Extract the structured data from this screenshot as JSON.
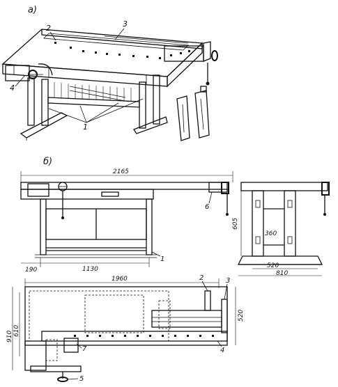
{
  "figure_a": {
    "label": "а)",
    "callouts": {
      "c1": "1",
      "c2": "2",
      "c3": "3",
      "c4": "4"
    }
  },
  "figure_b": {
    "label": "б)",
    "front_view": {
      "overall_length": "2165",
      "left_offset": "190",
      "leg_span": "1130",
      "callout_vise": "6",
      "callout_leg": "1"
    },
    "side_view": {
      "height": "605",
      "inner_width": "360",
      "base_inner": "520",
      "base_outer": "810"
    },
    "plan_view": {
      "top_length": "1960",
      "depth": "520",
      "width_outer": "910",
      "width_inner": "610",
      "callout_2": "2",
      "callout_3": "3",
      "callout_4": "4",
      "callout_5": "5",
      "callout_7": "7"
    }
  }
}
